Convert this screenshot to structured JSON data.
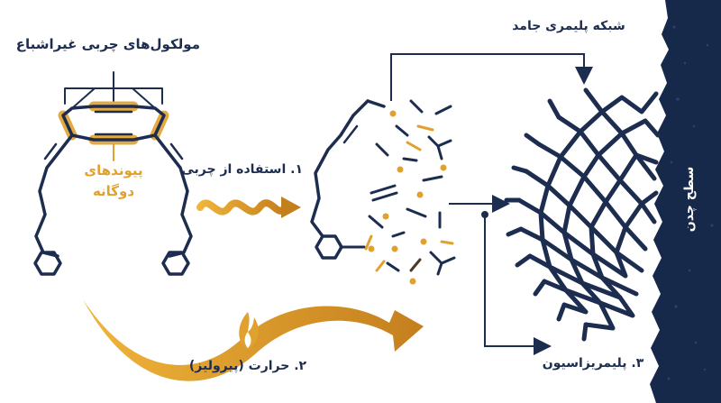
{
  "labels": {
    "unsaturated": "مولکول‌های چربی غیراشباع",
    "double_bonds_1": "پیوندهای",
    "double_bonds_2": "دوگانه",
    "step1": "۱. استفاده از چربی",
    "step2": "۲. حرارت (پیرولیز)",
    "step3": "۳. پلیمریزاسیون",
    "network": "شبکه پلیمری جامد",
    "surface": "سطح چدن"
  },
  "colors": {
    "navy": "#1d2d4f",
    "gold": "#e0a12e",
    "dark_gold": "#b9771a",
    "iron": "#16294a"
  },
  "icons": [
    "flame-icon"
  ]
}
